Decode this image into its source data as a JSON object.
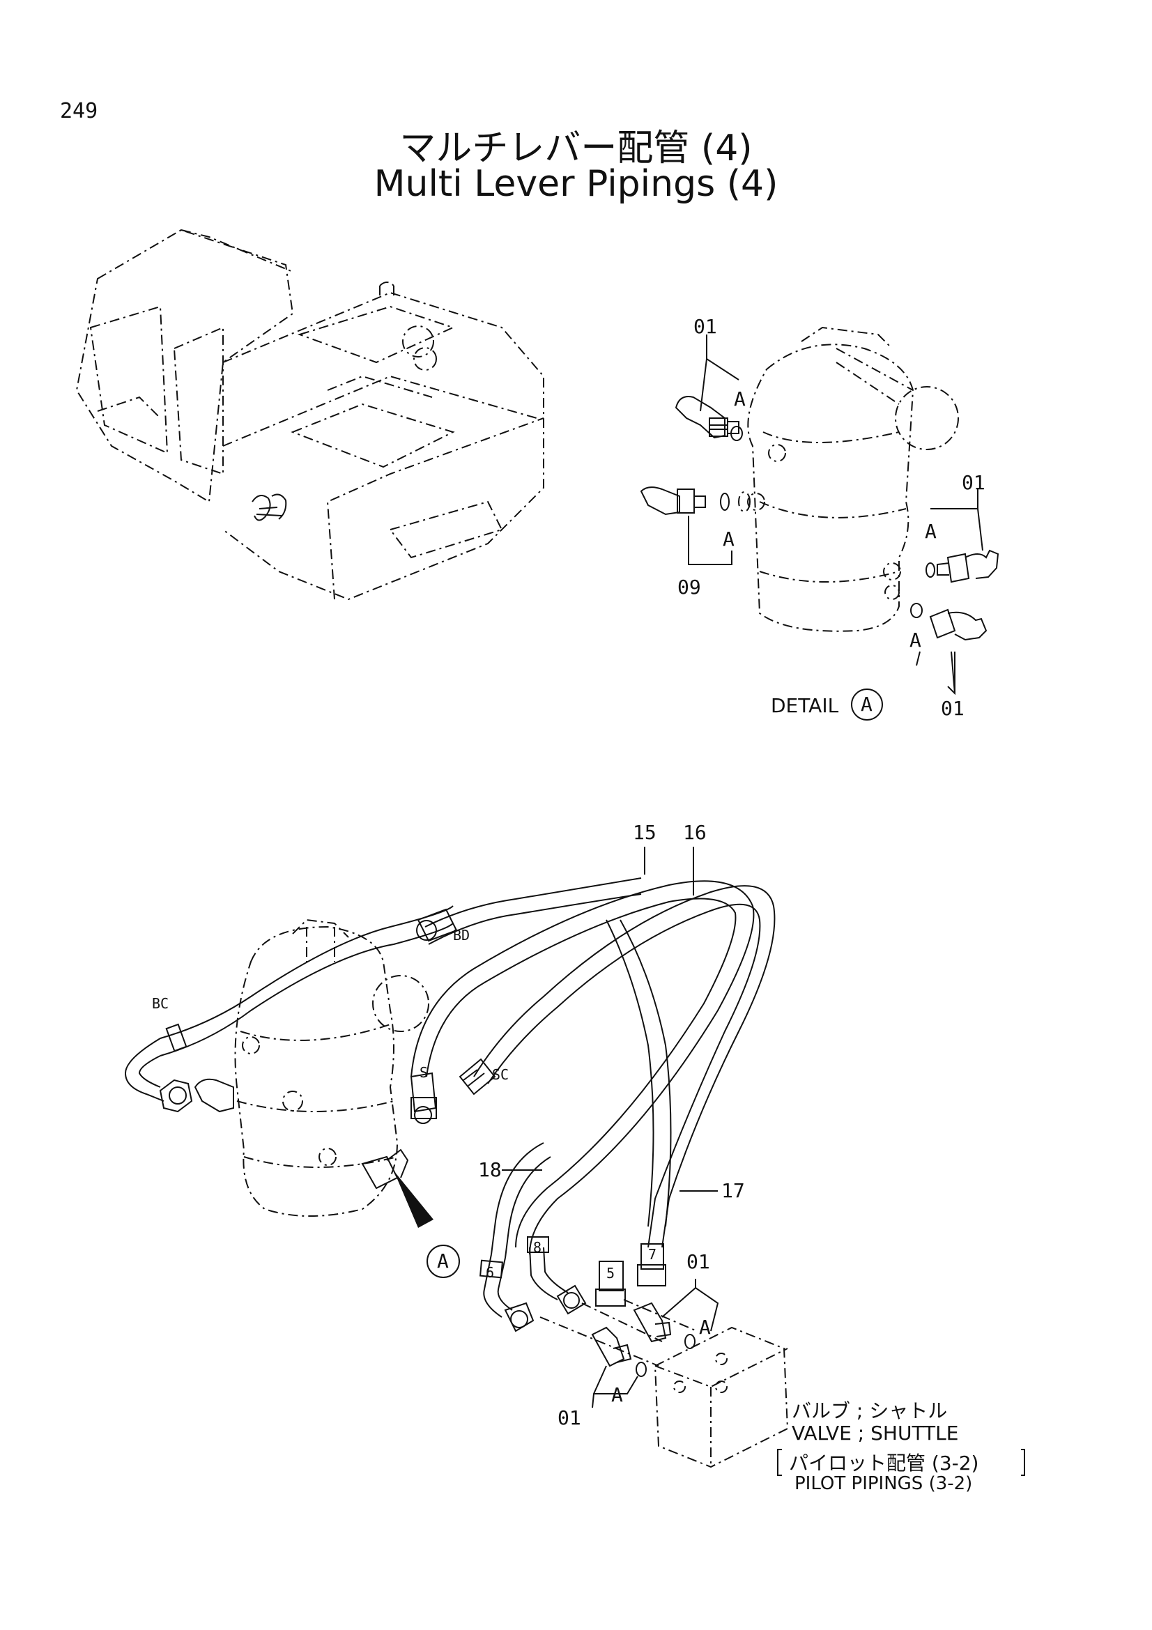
{
  "page_number": "249",
  "title_jp": "マルチレバー配管 (4)",
  "title_en": "Multi Lever Pipings (4)",
  "detail": {
    "label": "DETAIL",
    "marker": "A",
    "callouts": [
      "01",
      "01",
      "09",
      "01"
    ],
    "seal_letters": [
      "A",
      "A",
      "A",
      "A"
    ]
  },
  "main": {
    "hose_labels": [
      "15",
      "16",
      "17",
      "18"
    ],
    "port_labels": [
      "BD",
      "BC",
      "S",
      "SC"
    ],
    "tube_marks": [
      "6",
      "8",
      "5",
      "7"
    ],
    "fitting_callouts": [
      "01",
      "01"
    ],
    "seal_letters": [
      "A",
      "A"
    ],
    "detail_ref": "A"
  },
  "shuttle_note": {
    "jp": "バルブ ; シャトル",
    "en": "VALVE ; SHUTTLE",
    "ref_jp": "パイロット配管 (3-2)",
    "ref_en": "PILOT PIPINGS (3-2)"
  }
}
